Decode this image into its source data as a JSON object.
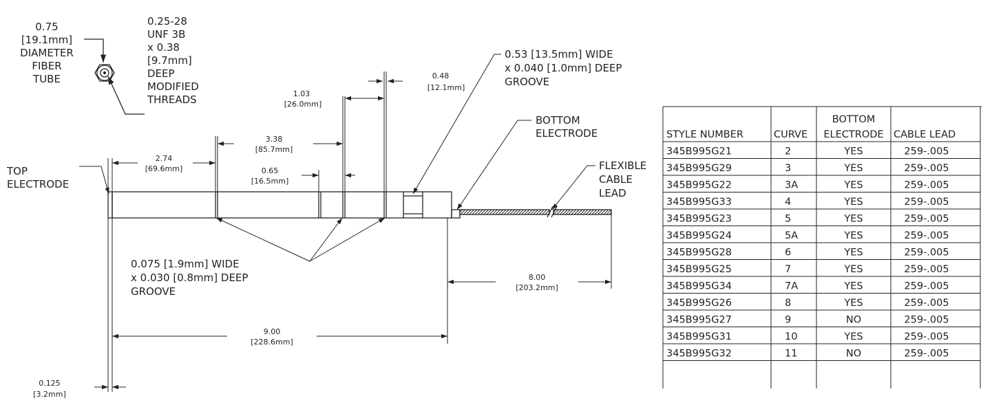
{
  "tube_detail": {
    "diameter_lines": [
      "0.75",
      "[19.1mm]",
      "DIAMETER",
      "FIBER",
      "TUBE"
    ],
    "thread_lines": [
      "0.25-28",
      "UNF 3B",
      "x 0.38",
      "[9.7mm]",
      "DEEP",
      "MODIFIED",
      "THREADS"
    ]
  },
  "labels": {
    "top_electrode": [
      "TOP",
      "ELECTRODE"
    ],
    "bottom_electrode": [
      "BOTTOM",
      "ELECTRODE"
    ],
    "flexible_cable": [
      "FLEXIBLE",
      "CABLE",
      "LEAD"
    ],
    "groove_wide": [
      "0.53 [13.5mm] WIDE",
      "x 0.040 [1.0mm] DEEP",
      "GROOVE"
    ],
    "groove_small": [
      "0.075 [1.9mm] WIDE",
      "x 0.030 [0.8mm] DEEP",
      "GROOVE"
    ]
  },
  "dimensions": {
    "d_0_48": [
      "0.48",
      "[12.1mm]"
    ],
    "d_1_03": [
      "1.03",
      "[26.0mm]"
    ],
    "d_3_38": [
      "3.38",
      "[85.7mm]"
    ],
    "d_2_74": [
      "2.74",
      "[69.6mm]"
    ],
    "d_0_65": [
      "0.65",
      "[16.5mm]"
    ],
    "d_8_00": [
      "8.00",
      "[203.2mm]"
    ],
    "d_9_00": [
      "9.00",
      "[228.6mm]"
    ],
    "d_0_125": [
      "0.125",
      "[3.2mm]"
    ]
  },
  "table": {
    "headers": {
      "style": "STYLE NUMBER",
      "curve": "CURVE",
      "bottom_top": "BOTTOM",
      "bottom": "ELECTRODE",
      "cable": "CABLE LEAD"
    },
    "rows": [
      {
        "style": "345B995G21",
        "curve": "2",
        "bottom": "YES",
        "cable": "259-.005"
      },
      {
        "style": "345B995G29",
        "curve": "3",
        "bottom": "YES",
        "cable": "259-.005"
      },
      {
        "style": "345B995G22",
        "curve": "3A",
        "bottom": "YES",
        "cable": "259-.005"
      },
      {
        "style": "345B995G33",
        "curve": "4",
        "bottom": "YES",
        "cable": "259-.005"
      },
      {
        "style": "345B995G23",
        "curve": "5",
        "bottom": "YES",
        "cable": "259-.005"
      },
      {
        "style": "345B995G24",
        "curve": "5A",
        "bottom": "YES",
        "cable": "259-.005"
      },
      {
        "style": "345B995G28",
        "curve": "6",
        "bottom": "YES",
        "cable": "259-.005"
      },
      {
        "style": "345B995G25",
        "curve": "7",
        "bottom": "YES",
        "cable": "259-.005"
      },
      {
        "style": "345B995G34",
        "curve": "7A",
        "bottom": "YES",
        "cable": "259-.005"
      },
      {
        "style": "345B995G26",
        "curve": "8",
        "bottom": "YES",
        "cable": "259-.005"
      },
      {
        "style": "345B995G27",
        "curve": "9",
        "bottom": "NO",
        "cable": "259-.005"
      },
      {
        "style": "345B995G31",
        "curve": "10",
        "bottom": "YES",
        "cable": "259-.005"
      },
      {
        "style": "345B995G32",
        "curve": "11",
        "bottom": "NO",
        "cable": "259-.005"
      }
    ]
  }
}
